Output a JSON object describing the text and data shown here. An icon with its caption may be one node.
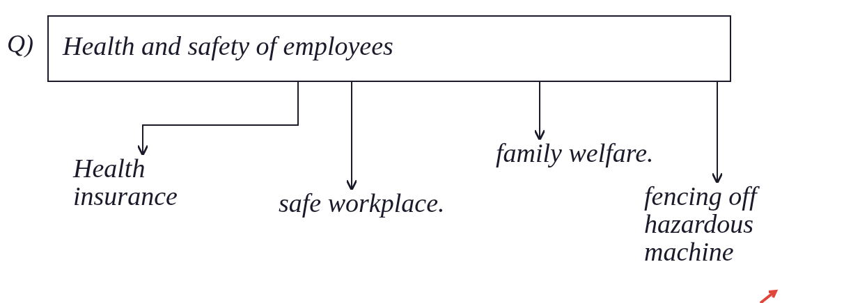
{
  "diagram": {
    "nodes": [
      {
        "text": [
          "Health and safety of employees"
        ]
      },
      {
        "text": [
          "Health insurance"
        ]
      },
      {
        "text": [
          "safe workplace."
        ]
      },
      {
        "text": [
          "family welfare."
        ]
      },
      {
        "text": [
          "fencing off hazardous machine"
        ]
      }
    ],
    "edges": [
      {
        "from": 0,
        "to": 1,
        "arrow": "to"
      },
      {
        "from": 0,
        "to": 2,
        "arrow": "to"
      },
      {
        "from": 0,
        "to": 3,
        "arrow": "to"
      },
      {
        "from": 0,
        "to": 4,
        "arrow": "to"
      }
    ],
    "labels": [
      "Q)"
    ]
  }
}
